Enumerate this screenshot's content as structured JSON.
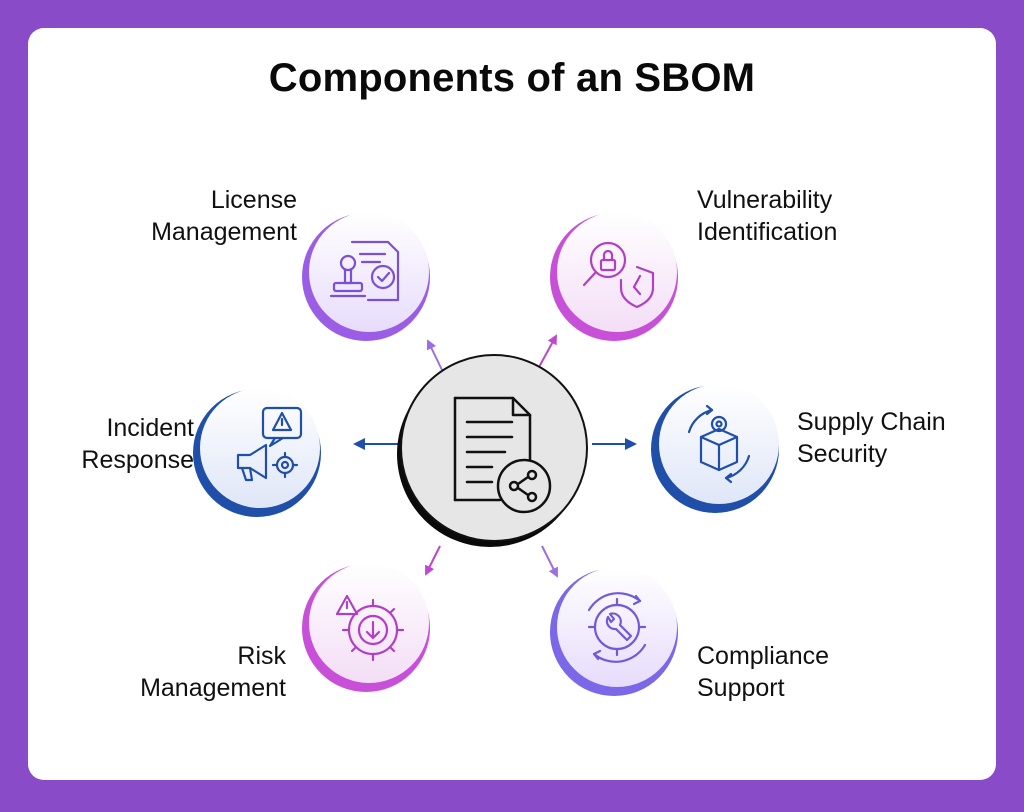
{
  "title": "Components of an SBOM",
  "center": {
    "icon": "document-share-icon"
  },
  "components": {
    "license": {
      "line1": "License",
      "line2": "Management",
      "icon": "stamp-document-icon"
    },
    "vulnerability": {
      "line1": "Vulnerability",
      "line2": "Identification",
      "icon": "magnifier-lock-shield-icon"
    },
    "incident": {
      "line1": "Incident",
      "line2": "Response",
      "icon": "megaphone-alert-gear-icon"
    },
    "supply": {
      "line1": "Supply Chain",
      "line2": "Security",
      "icon": "box-gear-cycle-icon"
    },
    "risk": {
      "line1": "Risk",
      "line2": "Management",
      "icon": "gear-warning-download-icon"
    },
    "compliance": {
      "line1": "Compliance",
      "line2": "Support",
      "icon": "gear-wrench-cycle-icon"
    }
  },
  "colors": {
    "background": "#8a4bc9",
    "purple": "#9b5de5",
    "violet": "#c84fd8",
    "blue": "#1f4fa8",
    "lavender": "#7b68e8"
  }
}
